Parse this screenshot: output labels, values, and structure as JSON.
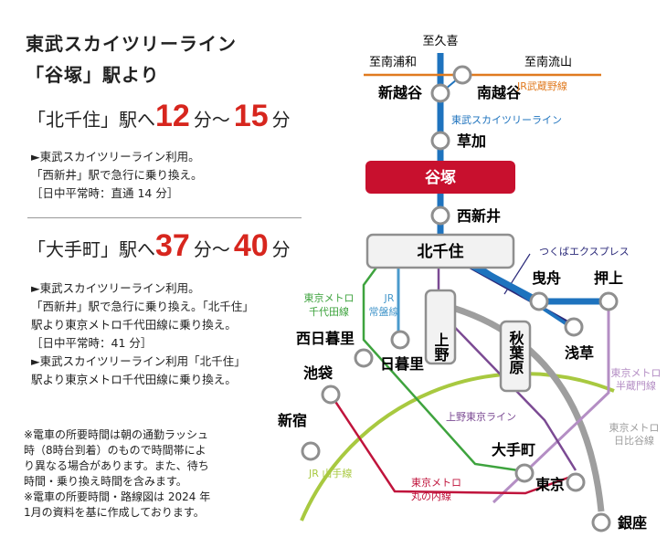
{
  "title_line1": "東武スカイツリーライン",
  "title_line2": "「谷塚」駅より",
  "routes": [
    {
      "dest": "「北千住」駅へ",
      "min_time": "12",
      "sep": "分〜",
      "max_time": "15",
      "unit": "分",
      "notes": [
        "►東武スカイツリーライン利用。",
        "「西新井」駅で急行に乗り換え。",
        "［日中平常時：直通 14 分］"
      ]
    },
    {
      "dest": "「大手町」駅へ",
      "min_time": "37",
      "sep": "分〜",
      "max_time": "40",
      "unit": "分",
      "notes": [
        "►東武スカイツリーライン利用。",
        "「西新井」駅で急行に乗り換え。「北千住」",
        "駅より東京メトロ千代田線に乗り換え。",
        "［日中平常時：41 分］",
        "►東武スカイツリーライン利用「北千住」",
        "駅より東京メトロ千代田線に乗り換え。"
      ]
    }
  ],
  "footnotes": [
    "※電車の所要時間は朝の通勤ラッシュ",
    "時（8時台到着）のもので時間帯によ",
    "り異なる場合があります。また、待ち",
    "時間・乗り換え時間を含みます。",
    "※電車の所要時間・路線図は 2024 年",
    "1月の資料を基に作成しております。"
  ],
  "map": {
    "stations": {
      "kuki": "至久喜",
      "minamiurawa": "至南浦和",
      "minaminagareyama": "至南流山",
      "shinkoshigaya": "新越谷",
      "minamikoshigaya": "南越谷",
      "soka": "草加",
      "yatsuka": "谷塚",
      "nishiarai": "西新井",
      "kitasenju": "北千住",
      "hikifune": "曳舟",
      "oshiage": "押上",
      "asakusa": "浅草",
      "ueno": "上野",
      "akihabara": "秋葉原",
      "nishinippori": "西日暮里",
      "nippori": "日暮里",
      "ikebukuro": "池袋",
      "shinjuku": "新宿",
      "otemachi": "大手町",
      "tokyo": "東京",
      "ginza": "銀座"
    },
    "lines": {
      "jr_musashino": "JR武蔵野線",
      "tobu_skytree": "東武スカイツリーライン",
      "tsukuba": "つくばエクスプレス",
      "chiyoda_1": "東京メトロ",
      "chiyoda_2": "千代田線",
      "joban_1": "JR",
      "joban_2": "常盤線",
      "hanzomon_1": "東京メトロ",
      "hanzomon_2": "半蔵門線",
      "hibiya_1": "東京メトロ",
      "hibiya_2": "日比谷線",
      "ueno_tokyo": "上野東京ライン",
      "marunouchi_1": "東京メトロ",
      "marunouchi_2": "丸の内線",
      "yamanote": "JR 山手線"
    },
    "colors": {
      "tobu": "#1e73be",
      "musashino": "#e07a1f",
      "highlight": "#c8102e",
      "chiyoda": "#3ea33e",
      "joban": "#4a9acc",
      "tsukuba": "#2b2a7a",
      "hanzomon": "#b48ec4",
      "hibiya": "#9e9e9e",
      "ueno_tokyo": "#7b4a93",
      "marunouchi": "#c0143c",
      "yamanote": "#a8c940",
      "station_box": "#f2f2f2",
      "station_ring": "#8f8f8f"
    }
  }
}
